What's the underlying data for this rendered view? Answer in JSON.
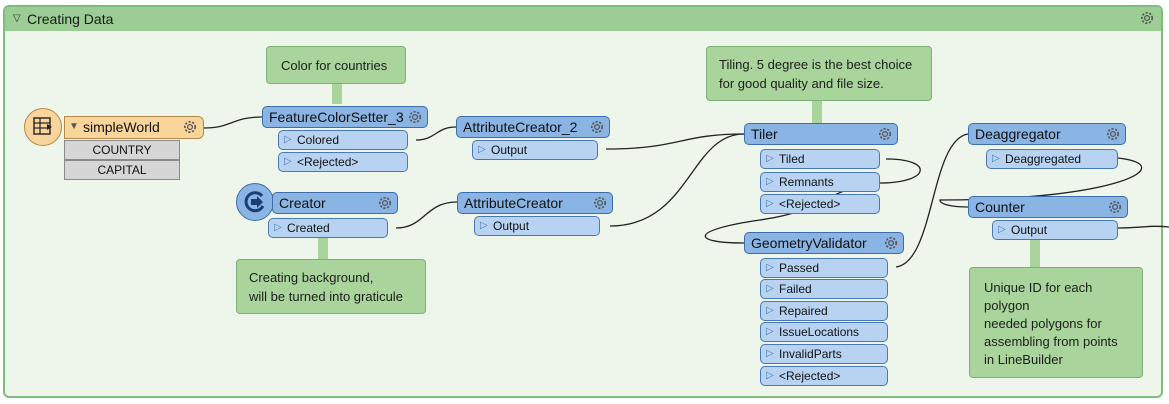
{
  "bookmark": {
    "title": "Creating Data"
  },
  "reader": {
    "name": "simpleWorld",
    "attributes": [
      "COUNTRY",
      "CAPITAL"
    ]
  },
  "transformers": {
    "feature_color_setter": {
      "name": "FeatureColorSetter_3",
      "ports": [
        "Colored",
        "<Rejected>"
      ]
    },
    "attribute_creator_2": {
      "name": "AttributeCreator_2",
      "ports": [
        "Output"
      ]
    },
    "creator": {
      "name": "Creator",
      "ports": [
        "Created"
      ]
    },
    "attribute_creator": {
      "name": "AttributeCreator",
      "ports": [
        "Output"
      ]
    },
    "tiler": {
      "name": "Tiler",
      "ports": [
        "Tiled",
        "Remnants",
        "<Rejected>"
      ]
    },
    "geometry_validator": {
      "name": "GeometryValidator",
      "ports": [
        "Passed",
        "Failed",
        "Repaired",
        "IssueLocations",
        "InvalidParts",
        "<Rejected>"
      ]
    },
    "deaggregator": {
      "name": "Deaggregator",
      "ports": [
        "Deaggregated"
      ]
    },
    "counter": {
      "name": "Counter",
      "ports": [
        "Output"
      ]
    }
  },
  "annotations": {
    "color": [
      "Color for countries"
    ],
    "tiling": [
      "Tiling. 5 degree is the best choice",
      "for good quality and file size."
    ],
    "background": [
      "Creating background,",
      "will be turned into graticule"
    ],
    "unique": [
      "Unique ID for each",
      "polygon",
      "needed polygons for",
      "assembling from points",
      "in LineBuilder"
    ]
  },
  "icons": {
    "gear": "gear-icon",
    "reader": "table-reader-icon",
    "creator": "creator-icon"
  },
  "colors": {
    "bookmark_header": "#9ccd94",
    "transformer": "#8ab4e3",
    "port": "#b7d3f1",
    "reader": "#f9d59b",
    "annotation": "#a9d49b"
  }
}
